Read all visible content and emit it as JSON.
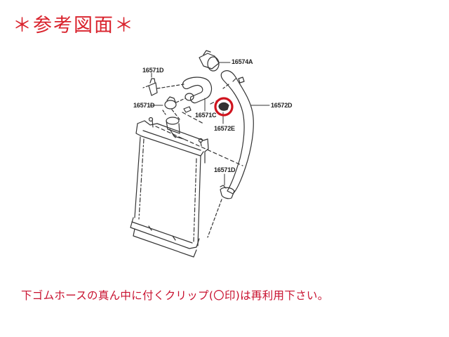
{
  "title": "＊参考図面＊",
  "colors": {
    "accent_red": "#d9232d",
    "line": "#333333",
    "highlight_circle": "#d0141e"
  },
  "parts": [
    {
      "id": "16574A",
      "label": "16574A"
    },
    {
      "id": "16571D_top",
      "label": "16571D"
    },
    {
      "id": "16571D_mid",
      "label": "16571D"
    },
    {
      "id": "16571C",
      "label": "16571C"
    },
    {
      "id": "16572D",
      "label": "16572D"
    },
    {
      "id": "16572E",
      "label": "16572E"
    },
    {
      "id": "16571D_low",
      "label": "16571D"
    }
  ],
  "highlighted_part": "16572E",
  "note": "下ゴムホースの真ん中に付くクリップ(〇印)は再利用下さい。"
}
